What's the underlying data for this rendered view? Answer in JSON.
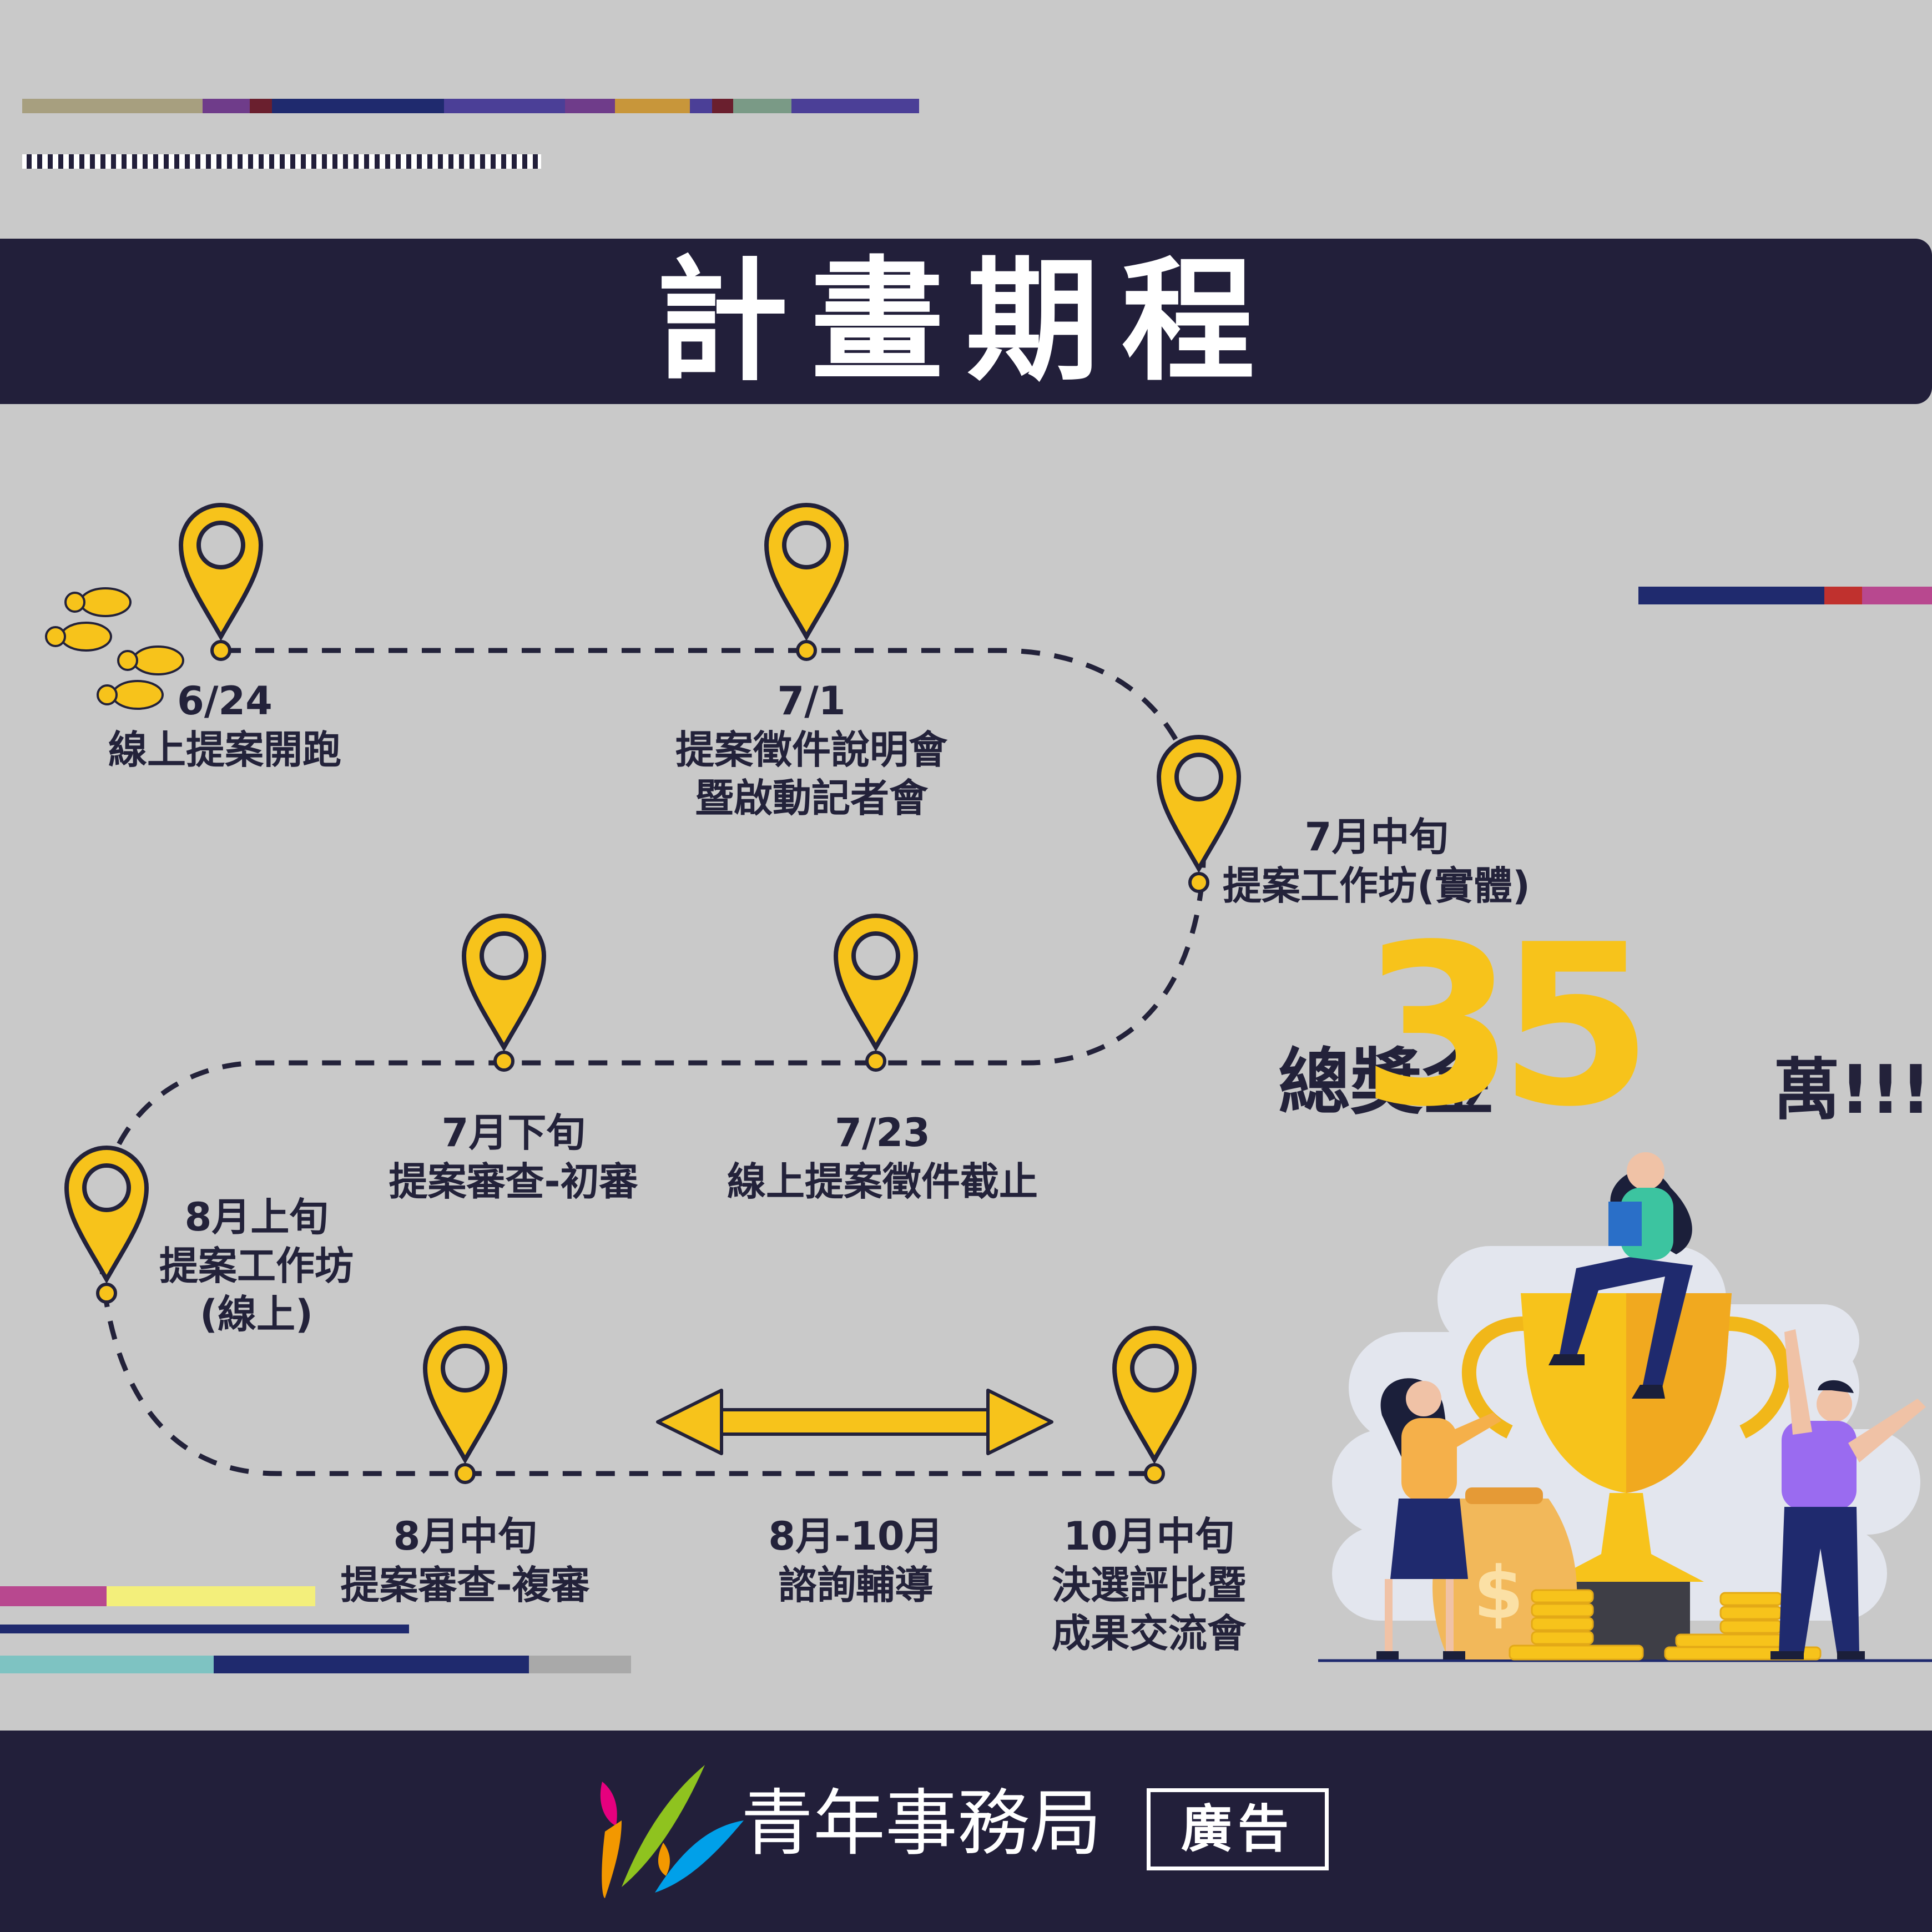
{
  "title": "計畫期程",
  "colors": {
    "navy": "#221f3a",
    "pin": "#f7c31b",
    "text": "#23223a"
  },
  "milestones": [
    {
      "date": "6/24",
      "lines": [
        "線上提案開跑"
      ]
    },
    {
      "date": "7/1",
      "lines": [
        "提案徵件說明會",
        "暨啟動記者會"
      ]
    },
    {
      "date": "7月中旬",
      "lines": [
        "提案工作坊(實體)"
      ]
    },
    {
      "date": "7/23",
      "lines": [
        "線上提案徵件截止"
      ]
    },
    {
      "date": "7月下旬",
      "lines": [
        "提案審查-初審"
      ]
    },
    {
      "date": "8月上旬",
      "lines": [
        "提案工作坊",
        "(線上)"
      ]
    },
    {
      "date": "8月中旬",
      "lines": [
        "提案審查-複審"
      ]
    },
    {
      "date": "8月-10月",
      "lines": [
        "諮詢輔導"
      ]
    },
    {
      "date": "10月中旬",
      "lines": [
        "決選評比暨",
        "成果交流會"
      ]
    }
  ],
  "prize": {
    "prefix": "總獎金",
    "amount": "35",
    "suffix": "萬!!!"
  },
  "footer": {
    "org_name": "青年事務局",
    "ad_label": "廣告"
  },
  "icons": [
    "map-pin-icon",
    "footprints-icon",
    "double-arrow-icon",
    "trophy-icon",
    "money-bag-icon",
    "logo-icon"
  ]
}
